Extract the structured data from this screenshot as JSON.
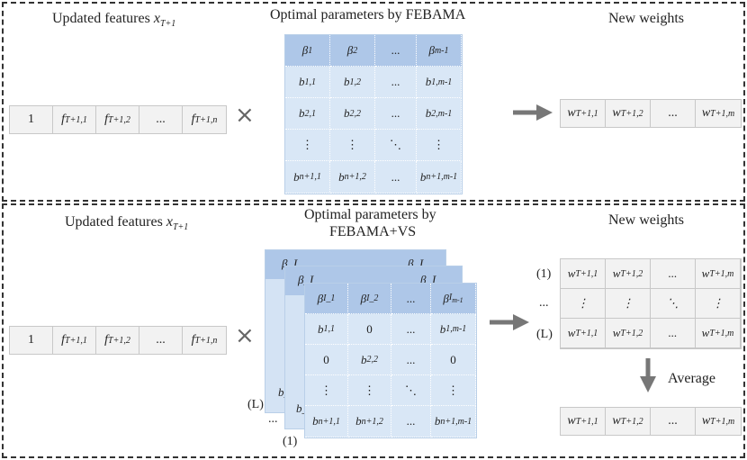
{
  "top": {
    "features_title": "Updated features x_{T+1}",
    "features_label": "Updated features ",
    "features_var": "x",
    "features_sub": "T+1",
    "params_title": "Optimal parameters by FEBAMA",
    "weights_title": "New weights",
    "feature_cells": [
      "1",
      "f_{T+1,1}",
      "f_{T+1,2}",
      "...",
      "f_{T+1,n}"
    ],
    "matrix": [
      [
        "β_1",
        "β_2",
        "...",
        "β_{m-1}"
      ],
      [
        "b_{1,1}",
        "b_{1,2}",
        "...",
        "b_{1,m-1}"
      ],
      [
        "b_{2,1}",
        "b_{2,2}",
        "...",
        "b_{2,m-1}"
      ],
      [
        "⋮",
        "⋮",
        "⋱",
        "⋮"
      ],
      [
        "b_{n+1,1}",
        "b_{n+1,2}",
        "...",
        "b_{n+1,m-1}"
      ]
    ],
    "weight_cells": [
      "w_{T+1,1}",
      "w_{T+1,2}",
      "...",
      "w_{T+1,m}"
    ]
  },
  "bottom": {
    "features_label": "Updated features ",
    "features_var": "x",
    "features_sub": "T+1",
    "params_title_line1": "Optimal parameters by",
    "params_title_line2": "FEBAMA+VS",
    "weights_title": "New weights",
    "feature_cells": [
      "1",
      "f_{T+1,1}",
      "f_{T+1,2}",
      "...",
      "f_{T+1,n}"
    ],
    "front_matrix": [
      [
        "β_{I_1}",
        "β_{I_2}",
        "...",
        "β_{I_{m-1}}"
      ],
      [
        "b_{1,1}",
        "0",
        "...",
        "b_{1,m-1}"
      ],
      [
        "0",
        "b_{2,2}",
        "...",
        "0"
      ],
      [
        "⋮",
        "⋮",
        "⋱",
        "⋮"
      ],
      [
        "b_{n+1,1}",
        "b_{n+1,2}",
        "...",
        "b_{n+1,m-1}"
      ]
    ],
    "back_header_left": "β_I",
    "back_header_right": "β_I",
    "back_cell": "b_n",
    "stack_label_L": "(L)",
    "stack_label_1": "(1)",
    "stack_dots": "...",
    "weights_rows": [
      [
        "w_{T+1,1}",
        "w_{T+1,2}",
        "...",
        "w_{T+1,m}"
      ],
      [
        "⋮",
        "⋮",
        "⋱",
        "⋮"
      ],
      [
        "w_{T+1,1}",
        "w_{T+1,2}",
        "...",
        "w_{T+1,m}"
      ]
    ],
    "row_labels": [
      "(1)",
      "...",
      "(L)"
    ],
    "average_label": "Average",
    "average_cells": [
      "w_{T+1,1}",
      "w_{T+1,2}",
      "...",
      "w_{T+1,m}"
    ]
  },
  "icons": {
    "multiply": "×"
  },
  "colors": {
    "header_blue": "#aec7e8",
    "cell_blue": "#d9e7f6",
    "arrow": "#777777"
  }
}
